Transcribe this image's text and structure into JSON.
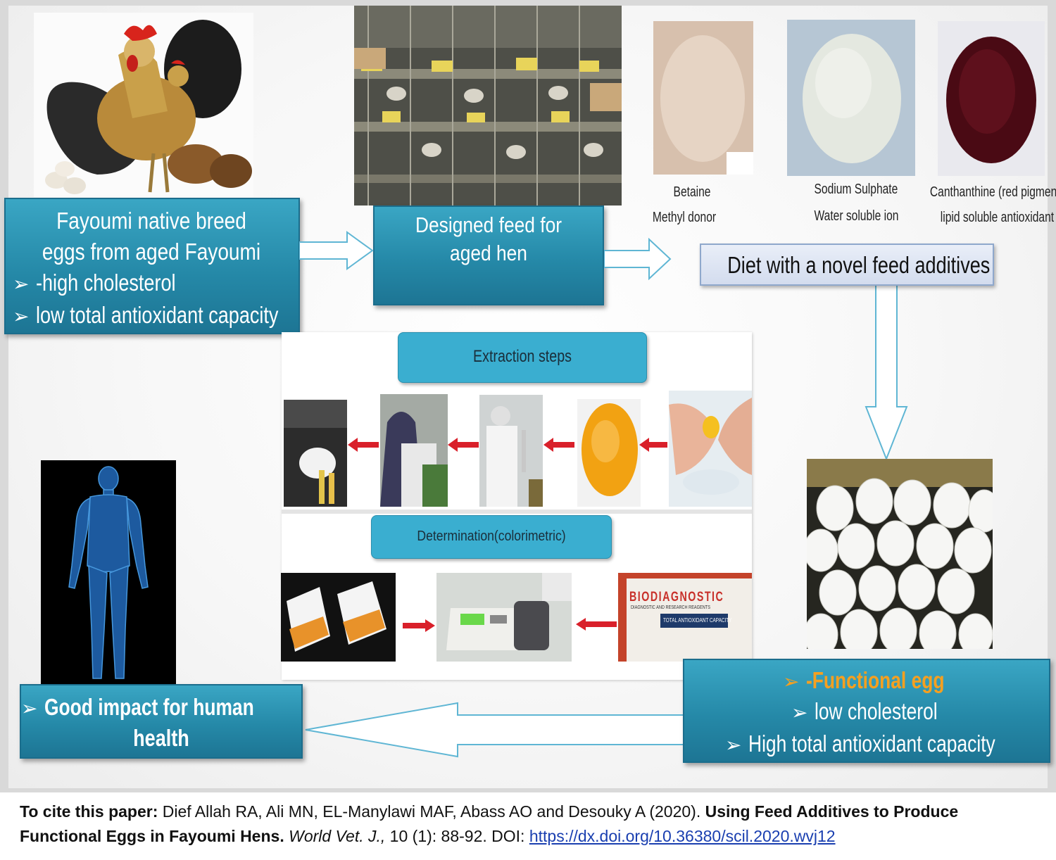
{
  "boxes": {
    "fayoumi": {
      "title1": "Fayoumi native breed",
      "title2": "eggs from aged Fayoumi",
      "bullet1": "-high cholesterol",
      "bullet2": "low total antioxidant  capacity"
    },
    "designed_feed": {
      "line1": "Designed feed for",
      "line2": "aged  hen"
    },
    "diet": {
      "text": "Diet with  a  novel  feed  additives"
    },
    "extraction": {
      "text": "Extraction  steps"
    },
    "determination": {
      "text": "Determination(colorimetric)"
    },
    "functional": {
      "bullet1": "-Functional  egg",
      "bullet2": "low  cholesterol",
      "bullet3": "High  total  antioxidant  capacity"
    },
    "human": {
      "line1": "Good  impact  for  human",
      "line2": "health"
    }
  },
  "additives": {
    "betaine": {
      "name": "Betaine",
      "role": "Methyl  donor"
    },
    "sodium": {
      "name": "Sodium  Sulphate",
      "role": "Water  soluble  ion"
    },
    "canthaxanthine": {
      "name": "Canthanthine  (red  pigment)",
      "role": "lipid  soluble  antioxidant"
    }
  },
  "kit_label": {
    "brand": "BIODIAGNOSTIC",
    "sub": "DIAGNOSTIC AND RESEARCH REAGENTS",
    "product": "TOTAL ANTIOXIDANT CAPACITY"
  },
  "bullet_glyph": "➢",
  "citation": {
    "label": "To cite this paper:",
    "authors": " Dief Allah RA, Ali MN, EL-Manylawi MAF, Abass AO and Desouky A (2020). ",
    "title": "Using Feed Additives to Produce Functional Eggs in Fayoumi Hens.",
    "journal": " World Vet. J.,",
    "volume": " 10 (1): 88-92. DOI: ",
    "doi": "https://dx.doi.org/10.36380/scil.2020.wvj12"
  },
  "colors": {
    "teal": "#2a8fb0",
    "pill": "#3aaed0",
    "diet_box": "#dde6f3",
    "red_arrow": "#d9202a"
  }
}
